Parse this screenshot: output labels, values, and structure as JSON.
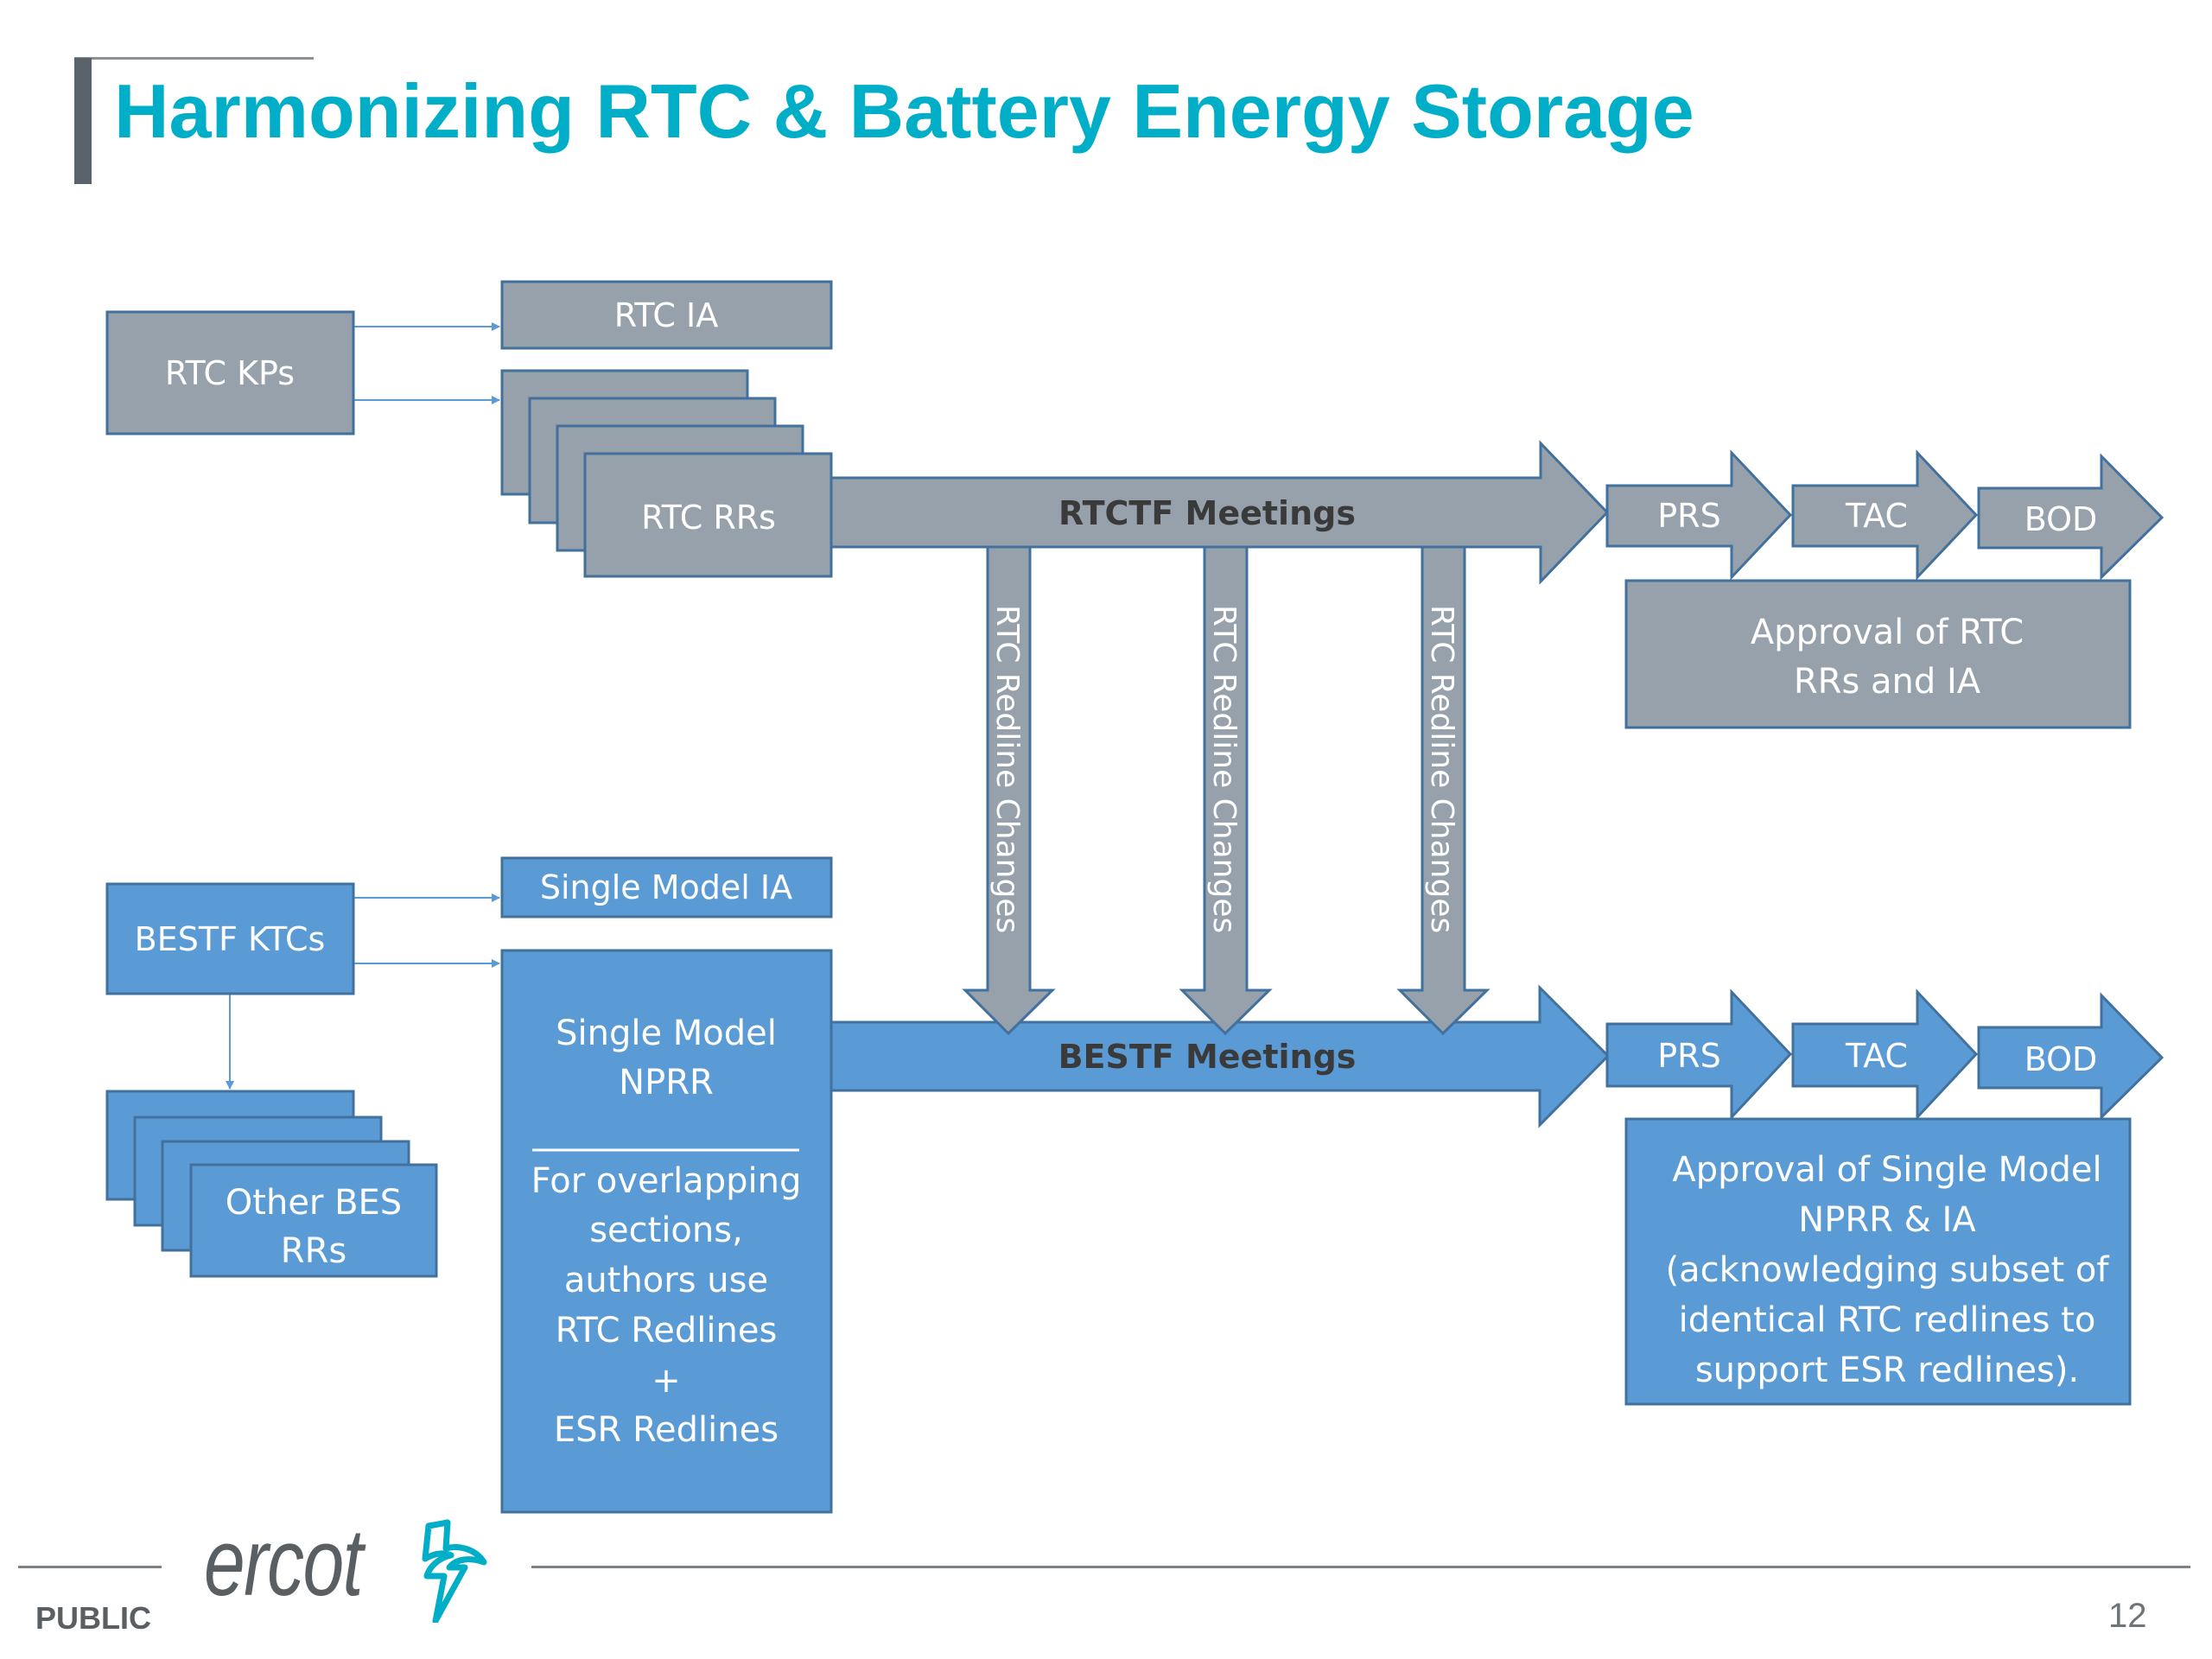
{
  "slide": {
    "title": "Harmonizing RTC & Battery Energy Storage",
    "footer": {
      "classification": "PUBLIC",
      "logo_text": "ercot",
      "logo_icon": "ercot-lightning-texas-icon",
      "page_number": "12"
    }
  },
  "colors": {
    "title": "#00AEC7",
    "rtc_fill": "#97A1AB",
    "bes_fill": "#5B9BD5",
    "stroke": "#41719C",
    "connector": "#5B9BD5",
    "meeting_label": "#3A3A3A"
  },
  "rtc_track": {
    "source": "RTC KPs",
    "outputs": [
      "RTC IA",
      "RTC RRs"
    ],
    "meeting": "RTCTF Meetings",
    "stages": [
      "PRS",
      "TAC",
      "BOD"
    ],
    "approval": [
      "Approval of RTC",
      "RRs and IA"
    ]
  },
  "redline_arrows": [
    {
      "label": "RTC Redline Changes"
    },
    {
      "label": "RTC Redline Changes"
    },
    {
      "label": "RTC Redline Changes"
    }
  ],
  "bes_track": {
    "source": "BESTF KTCs",
    "outputs": [
      "Single Model IA"
    ],
    "nprr_title": [
      "Single Model",
      "NPRR"
    ],
    "nprr_note": [
      "For overlapping",
      "sections,",
      "authors use",
      "RTC Redlines",
      "+",
      "ESR Redlines"
    ],
    "other_rrs": [
      "Other BES",
      "RRs"
    ],
    "meeting": "BESTF Meetings",
    "stages": [
      "PRS",
      "TAC",
      "BOD"
    ],
    "approval": [
      "Approval of Single Model",
      "NPRR & IA",
      "(acknowledging subset of",
      "identical RTC redlines to",
      "support ESR redlines)."
    ]
  }
}
